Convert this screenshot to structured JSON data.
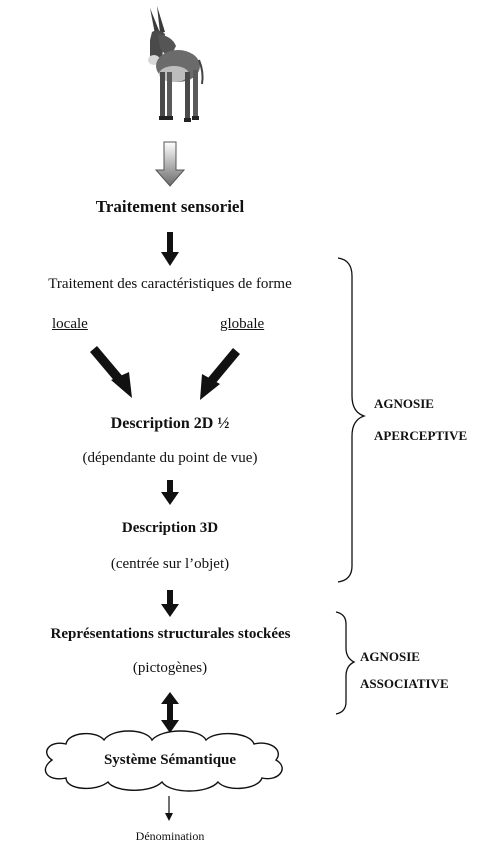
{
  "stages": {
    "sensory": "Traitement sensoriel",
    "shape_features": "Traitement des caractéristiques de forme",
    "local": "locale",
    "global": "globale",
    "desc_2d": "Description 2D ½",
    "desc_2d_sub": "(dépendante du point de vue)",
    "desc_3d": "Description 3D",
    "desc_3d_sub": "(centrée sur l’objet)",
    "structural": "Représentations structurales stockées",
    "structural_sub": "(pictogènes)",
    "semantic": "Système Sémantique",
    "naming": "Dénomination"
  },
  "labels": {
    "apperceptive_1": "AGNOSIE",
    "apperceptive_2": "APERCEPTIVE",
    "associative_1": "AGNOSIE",
    "associative_2": "ASSOCIATIVE"
  }
}
